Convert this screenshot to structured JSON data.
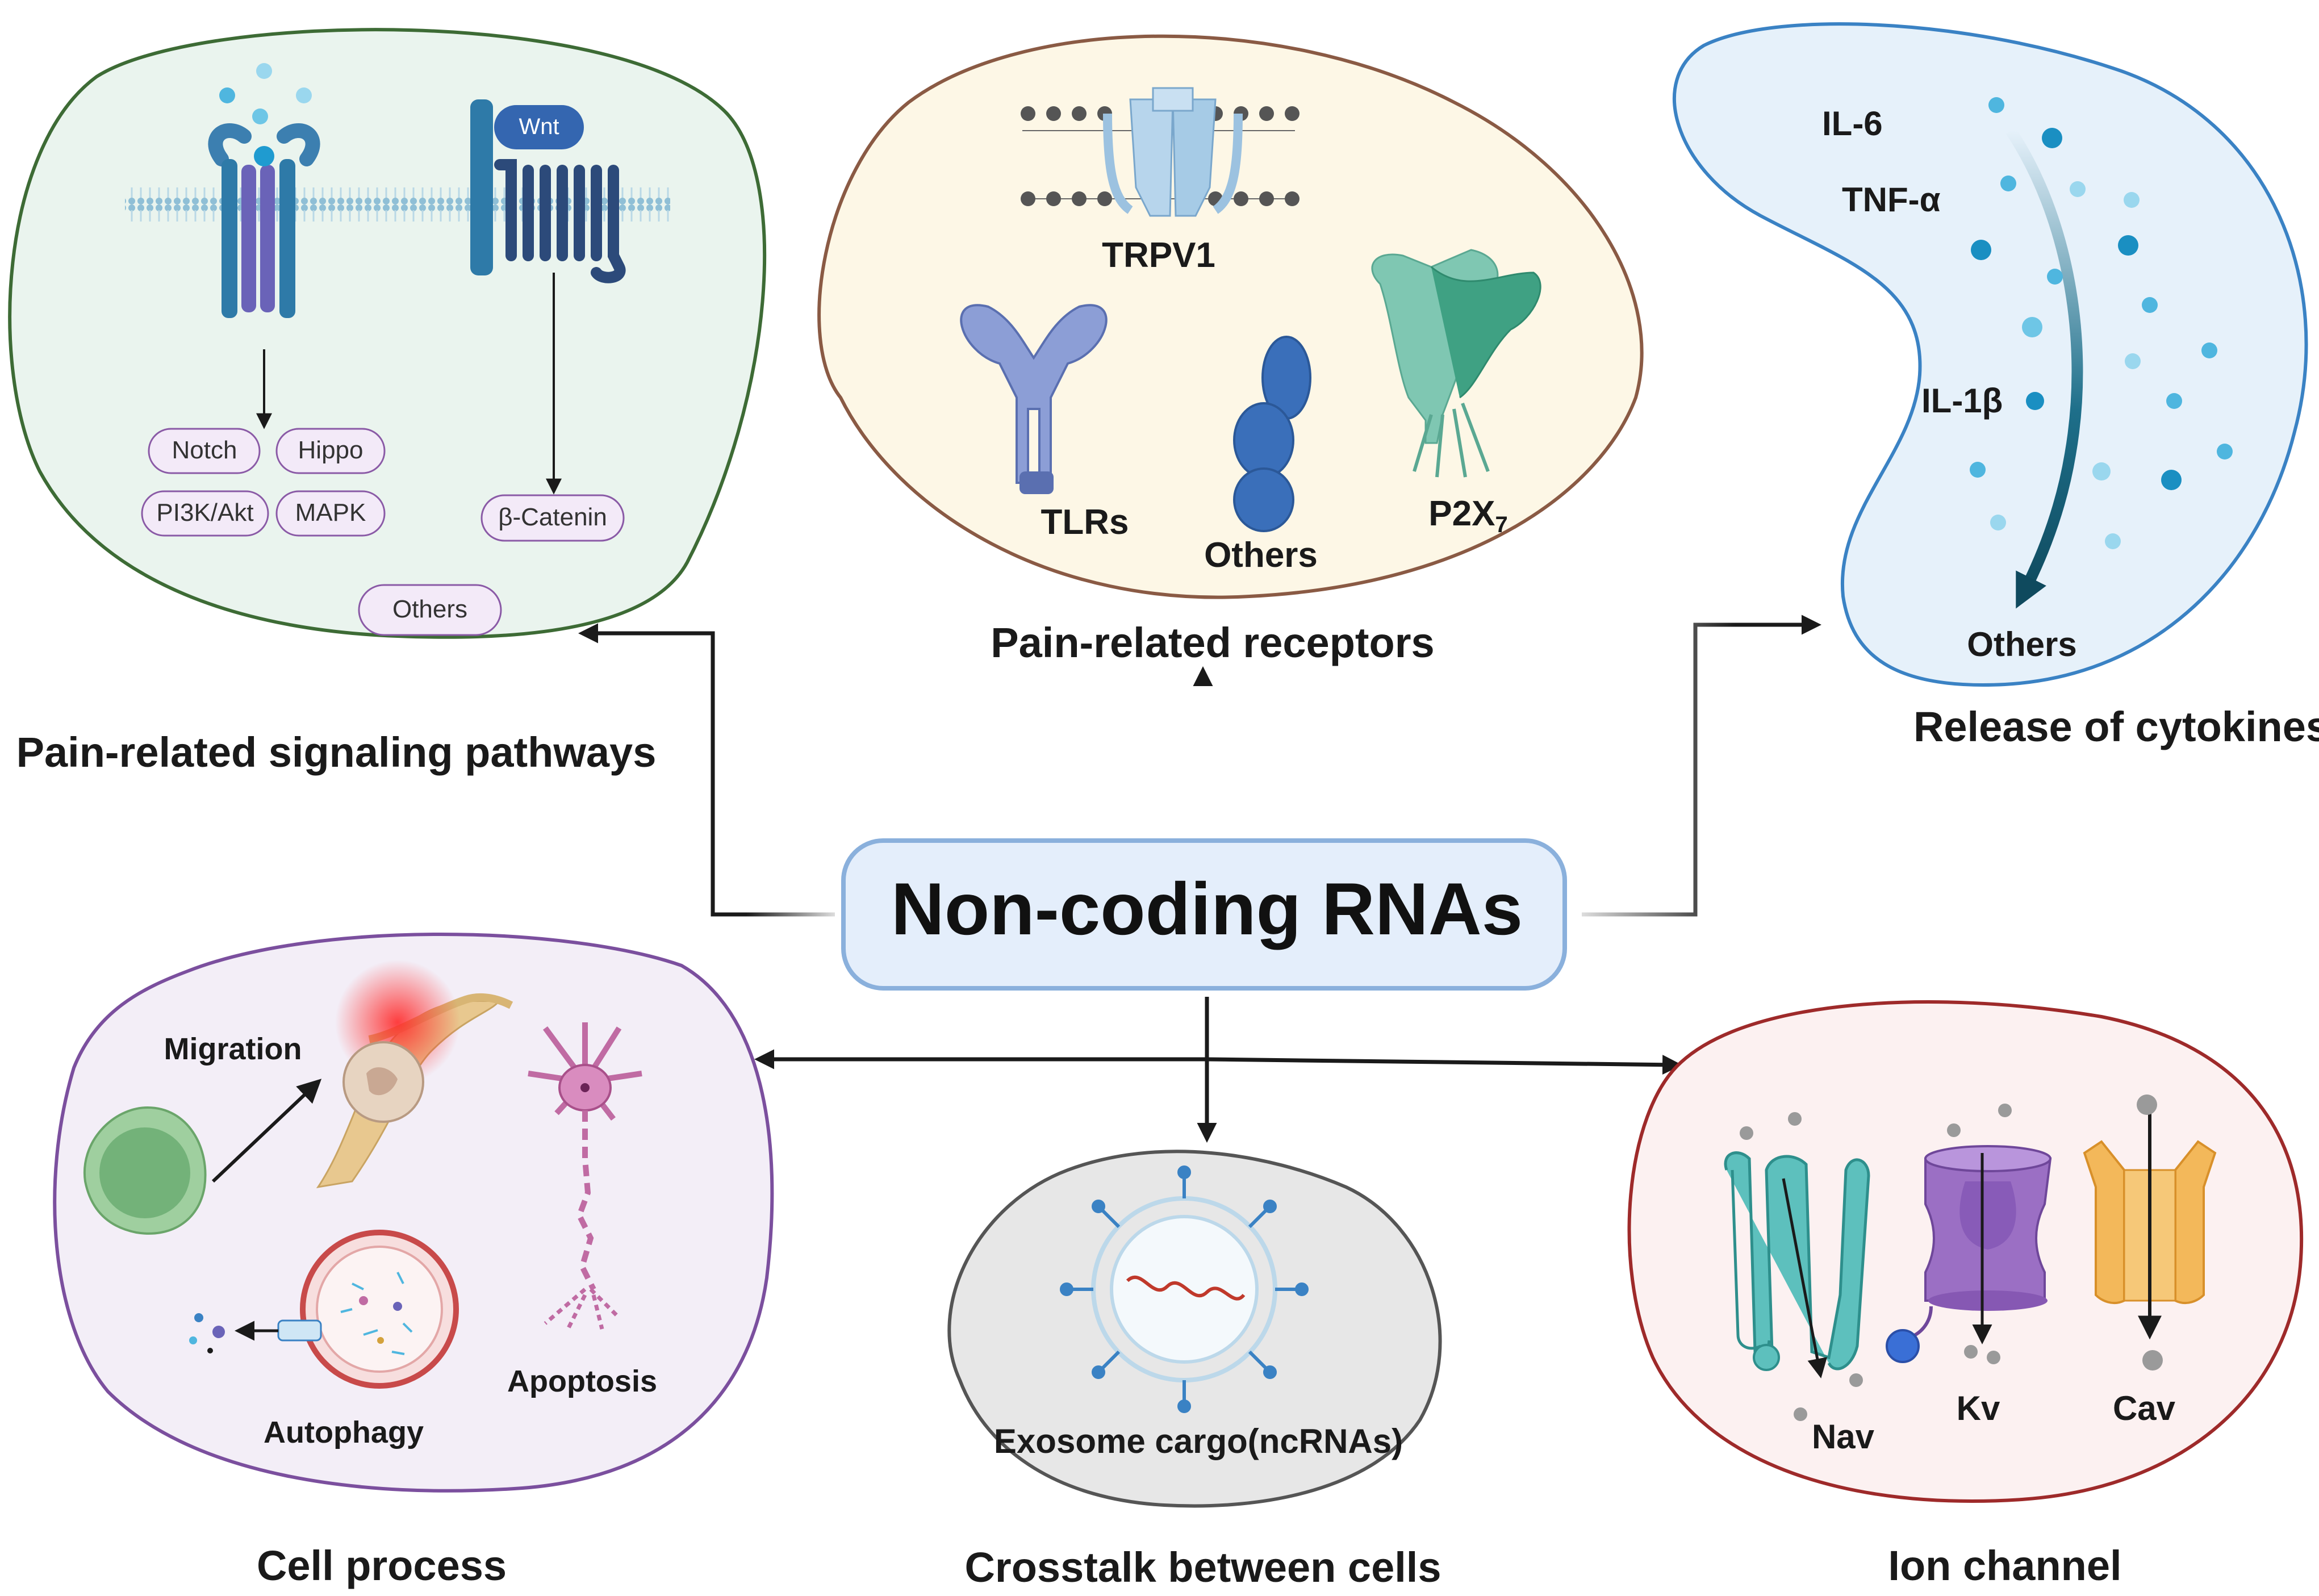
{
  "center": {
    "title": "Non-coding RNAs"
  },
  "signaling": {
    "caption": "Pain-related signaling pathways",
    "ligand": "Wnt",
    "pills": [
      "Notch",
      "Hippo",
      "PI3K/Akt",
      "MAPK",
      "β-Catenin",
      "Others"
    ]
  },
  "receptors": {
    "caption": "Pain-related receptors",
    "labels": {
      "trpv1": "TRPV1",
      "tlrs": "TLRs",
      "others": "Others",
      "p2x7": "P2X",
      "p2x7_sub": "7"
    }
  },
  "cytokines": {
    "caption": "Release of  cytokines",
    "labels": [
      "IL-6",
      "TNF-α",
      "IL-1β",
      "Others"
    ]
  },
  "cell_process": {
    "caption": "Cell process",
    "labels": {
      "migration": "Migration",
      "apoptosis": "Apoptosis",
      "autophagy": "Autophagy"
    }
  },
  "crosstalk": {
    "caption": "Crosstalk between cells",
    "label": "Exosome cargo(ncRNAs)"
  },
  "ion_channel": {
    "caption": "Ion channel",
    "labels": [
      "Nav",
      "Kv",
      "Cav"
    ]
  },
  "colors": {
    "signaling_fill": "#eaf4ee",
    "signaling_stroke": "#3d6b35",
    "receptor_fill": "#fdf7e6",
    "receptor_stroke": "#8a5a44",
    "cytokine_fill": "#e6f1fa",
    "cytokine_stroke": "#3a82c4",
    "cell_fill": "#f3eef7",
    "cell_stroke": "#7b4f9e",
    "crosstalk_fill": "#e7e7e7",
    "crosstalk_stroke": "#555555",
    "ion_fill": "#fcf1f1",
    "ion_stroke": "#9e2a2a",
    "center_fill": "#e4eefb",
    "center_stroke": "#8ab0dc"
  }
}
